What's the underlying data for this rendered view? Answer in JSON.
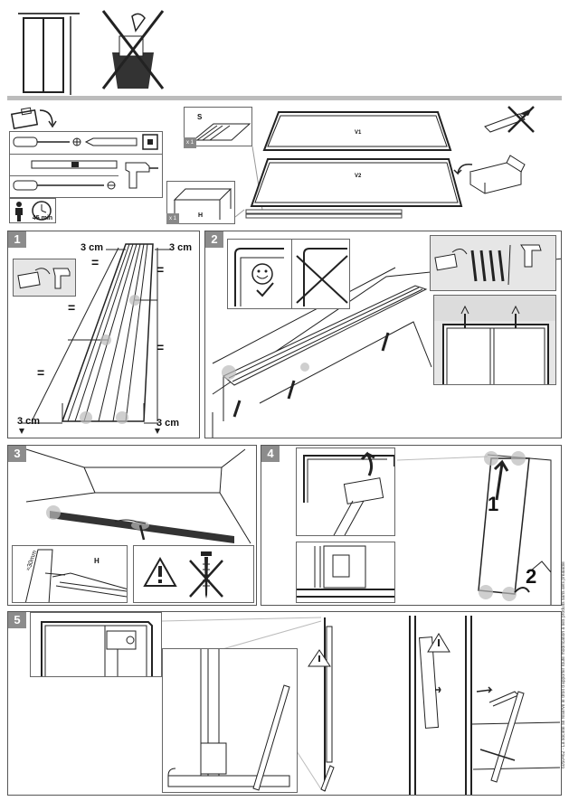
{
  "header": {
    "tools_duration": "45 min",
    "rail_top_label": "S",
    "rail_top_qty": "x 1",
    "rail_bottom_label": "H",
    "rail_bottom_qty": "x 1",
    "panel_v1": "V1",
    "panel_v2": "V2"
  },
  "step1": {
    "number": "1",
    "dim_top_left": "3 cm",
    "dim_top_right": "3 cm",
    "dim_bottom_left": "3 cm",
    "dim_bottom_right": "3 cm",
    "equal_sign": "="
  },
  "step2": {
    "number": "2"
  },
  "step3": {
    "number": "3",
    "rail_label": "H",
    "distance": "≈30mm"
  },
  "step4": {
    "number": "4",
    "order_1": "1",
    "order_2": "2"
  },
  "step5": {
    "number": "5"
  },
  "side_text": "6050462 - La société se réserve le droit d'apporter toute modification à ses produits sans avis préalable",
  "icons": [
    "door-icon",
    "no-trash-icon",
    "toolbox-icon",
    "screwdriver-icon",
    "pencil-icon",
    "tape-measure-icon",
    "level-icon",
    "drill-icon",
    "person-icon",
    "clock-icon",
    "no-cutter-icon",
    "box-icon",
    "warning-icon",
    "screw-icon"
  ]
}
